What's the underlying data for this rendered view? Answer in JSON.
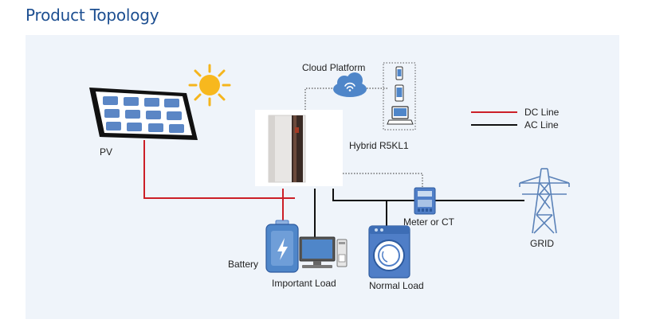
{
  "header": {
    "title": "Product Topology"
  },
  "labels": {
    "pv": "PV",
    "cloud": "Cloud Platform",
    "inverter": "Hybrid R5KL1",
    "meter": "Meter or CT",
    "grid": "GRID",
    "battery": "Battery",
    "important_load": "Important Load",
    "normal_load": "Normal Load"
  },
  "legend": {
    "dc": {
      "label": "DC Line",
      "color": "#cc1f27"
    },
    "ac": {
      "label": "AC Line",
      "color": "#111111"
    }
  }
}
